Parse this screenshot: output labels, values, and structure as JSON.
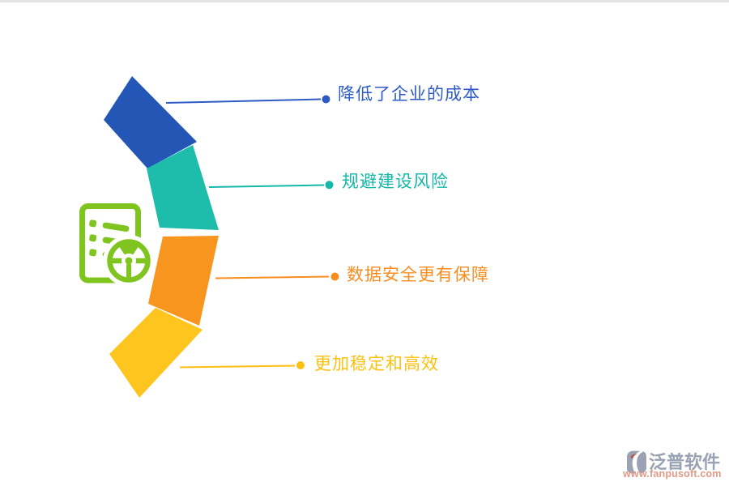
{
  "page": {
    "background_color": "#ffffff",
    "top_border_color": "#e3e3e3"
  },
  "diagram": {
    "icon": {
      "name": "document-checklist-with-steering-wheel",
      "color": "#7fc41f"
    },
    "items": [
      {
        "label": "降低了企业的成本",
        "text_color": "#2d5ac6",
        "shape_color": "#2356b5"
      },
      {
        "label": "规避建设风险",
        "text_color": "#14b8a8",
        "shape_color": "#1dbcab"
      },
      {
        "label": "数据安全更有保障",
        "text_color": "#f88e20",
        "shape_color": "#f8951f"
      },
      {
        "label": "更加稳定和高效",
        "text_color": "#fcc011",
        "shape_color": "#fdc51d"
      }
    ]
  },
  "watermark": {
    "brand": "泛普软件",
    "url": "www.fanpusoft.com",
    "brand_color": "#99a2b3",
    "url_color": "#dd9b88"
  }
}
